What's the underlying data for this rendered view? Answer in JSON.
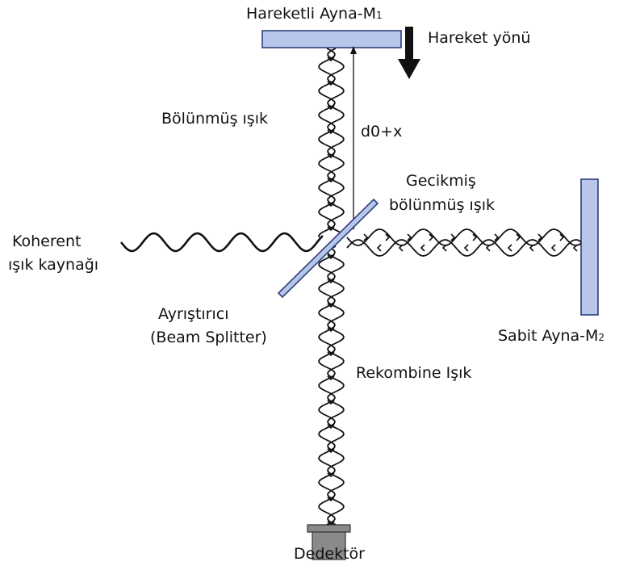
{
  "labels": {
    "moving_mirror": "Hareketli Ayna-M",
    "moving_mirror_sub": "1",
    "direction": "Hareket yönü",
    "split_light": "Bölünmüş ışık",
    "distance": "d0+x",
    "delayed_line1": "Gecikmiş",
    "delayed_line2": "bölünmüş ışık",
    "source_line1": "Koherent",
    "source_line2": "ışık kaynağı",
    "splitter_line1": "Ayrıştırıcı",
    "splitter_line2": "(Beam Splitter)",
    "fixed_mirror": "Sabit Ayna-M",
    "fixed_mirror_sub": "2",
    "recombined": "Rekombine Işık",
    "detector": "Dedektör"
  },
  "colors": {
    "mirror_fill": "#b7c6ea",
    "mirror_stroke": "#2f3f7a",
    "detector_fill": "#8a8a8a",
    "line": "#111111"
  }
}
